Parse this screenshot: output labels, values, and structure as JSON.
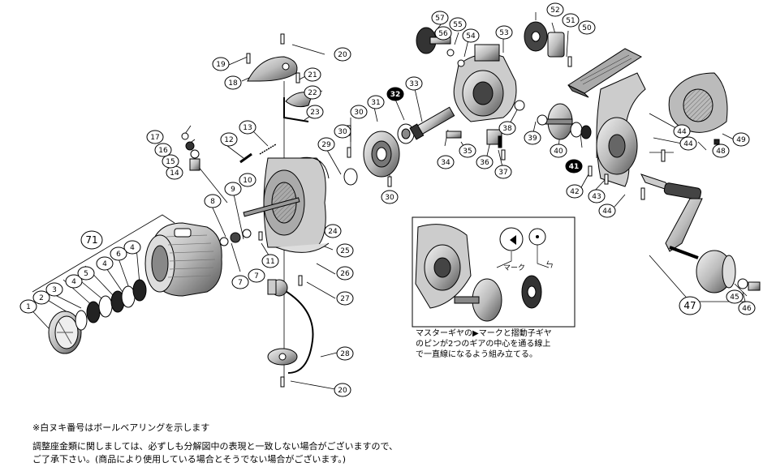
{
  "parts": [
    {
      "num": "1",
      "style": "plain"
    },
    {
      "num": "2",
      "style": "plain"
    },
    {
      "num": "3",
      "style": "plain"
    },
    {
      "num": "4",
      "style": "plain"
    },
    {
      "num": "5",
      "style": "plain"
    },
    {
      "num": "6",
      "style": "plain"
    },
    {
      "num": "7",
      "style": "plain"
    },
    {
      "num": "8",
      "style": "plain"
    },
    {
      "num": "9",
      "style": "plain"
    },
    {
      "num": "10",
      "style": "plain"
    },
    {
      "num": "11",
      "style": "plain"
    },
    {
      "num": "12",
      "style": "plain"
    },
    {
      "num": "13",
      "style": "plain"
    },
    {
      "num": "14",
      "style": "plain"
    },
    {
      "num": "15",
      "style": "plain"
    },
    {
      "num": "16",
      "style": "plain"
    },
    {
      "num": "17",
      "style": "plain"
    },
    {
      "num": "18",
      "style": "plain"
    },
    {
      "num": "19",
      "style": "plain"
    },
    {
      "num": "20",
      "style": "plain"
    },
    {
      "num": "21",
      "style": "plain"
    },
    {
      "num": "22",
      "style": "plain"
    },
    {
      "num": "23",
      "style": "plain"
    },
    {
      "num": "24",
      "style": "plain"
    },
    {
      "num": "25",
      "style": "plain"
    },
    {
      "num": "26",
      "style": "plain"
    },
    {
      "num": "27",
      "style": "plain"
    },
    {
      "num": "28",
      "style": "plain"
    },
    {
      "num": "29",
      "style": "plain"
    },
    {
      "num": "30",
      "style": "plain"
    },
    {
      "num": "31",
      "style": "plain"
    },
    {
      "num": "32",
      "style": "filled"
    },
    {
      "num": "33",
      "style": "plain"
    },
    {
      "num": "34",
      "style": "plain"
    },
    {
      "num": "35",
      "style": "plain"
    },
    {
      "num": "36",
      "style": "plain"
    },
    {
      "num": "37",
      "style": "plain"
    },
    {
      "num": "38",
      "style": "plain"
    },
    {
      "num": "39",
      "style": "plain"
    },
    {
      "num": "40",
      "style": "plain"
    },
    {
      "num": "41",
      "style": "filled"
    },
    {
      "num": "42",
      "style": "plain"
    },
    {
      "num": "43",
      "style": "plain"
    },
    {
      "num": "44",
      "style": "plain"
    },
    {
      "num": "45",
      "style": "plain"
    },
    {
      "num": "46",
      "style": "plain"
    },
    {
      "num": "47",
      "style": "large"
    },
    {
      "num": "48",
      "style": "plain"
    },
    {
      "num": "49",
      "style": "plain"
    },
    {
      "num": "50",
      "style": "plain"
    },
    {
      "num": "51",
      "style": "plain"
    },
    {
      "num": "52",
      "style": "plain"
    },
    {
      "num": "53",
      "style": "plain"
    },
    {
      "num": "54",
      "style": "plain"
    },
    {
      "num": "55",
      "style": "plain"
    },
    {
      "num": "56",
      "style": "plain"
    },
    {
      "num": "57",
      "style": "plain"
    },
    {
      "num": "71",
      "style": "large"
    }
  ],
  "inset": {
    "mark_label": "マーク",
    "caption_lines": [
      "マスターギヤの▶マークと摺動子ギヤ",
      "のピンが2つのギアの中心を通る線上",
      "で一直線になるよう組み立てる。"
    ]
  },
  "notes": {
    "bearing_note": "※白ヌキ番号はボールベアリングを示します",
    "adjust_note_line1": "調整座金類に関しましては、必ずしも分解図中の表現と一致しない場合がございますので、",
    "adjust_note_line2": "ご了承下さい。(商品により使用している場合とそうでない場合がございます。)"
  }
}
